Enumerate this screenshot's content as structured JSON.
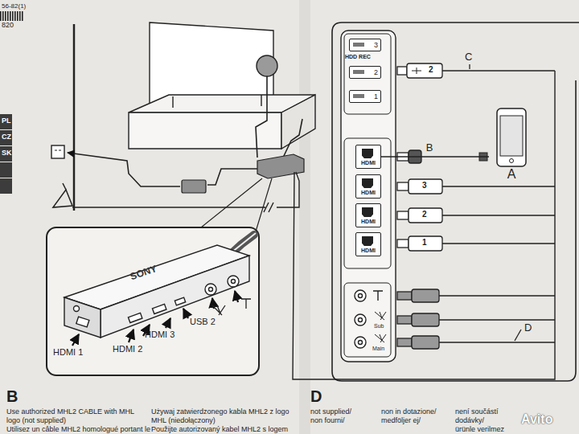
{
  "diagram": {
    "nodes": [
      {
        "text": [
          "3"
        ]
      },
      {
        "text": [
          "2"
        ]
      },
      {
        "text": [
          "1"
        ]
      },
      {
        "text": [
          "HDMI"
        ]
      },
      {
        "text": [
          "HDMI"
        ]
      },
      {
        "text": [
          "HDMI"
        ]
      },
      {
        "text": [
          "HDMI"
        ]
      },
      {
        "text": [
          "A"
        ]
      }
    ],
    "edges": [
      {
        "from": 3,
        "to": 7,
        "arrow": "none",
        "label": "B"
      }
    ],
    "labels": [
      "56-82(1)",
      "820",
      "PL",
      "CZ",
      "SK",
      "SONY",
      "HDMI 1",
      "HDMI 2",
      "HDMI 3",
      "USB 2",
      "HDD REC",
      "2",
      "C",
      "3",
      "2",
      "1",
      "Sub",
      "Main",
      "D",
      "B",
      "Use authorized MHL2 CABLE with MHL logo (not supplied)",
      "Utilisez un câble MHL2 homologué portant le",
      "Używaj zatwierdzonego kabla MHL2 z logo MHL (niedołączony)",
      "Použijte autorizovaný kabel MHL2 s logem",
      "D",
      "not supplied/",
      "non fourni/",
      "non in dotazione/",
      "medföljer ej/",
      "není součástí",
      "dodávky/",
      "ürünle verilmez",
      "Avito"
    ]
  }
}
